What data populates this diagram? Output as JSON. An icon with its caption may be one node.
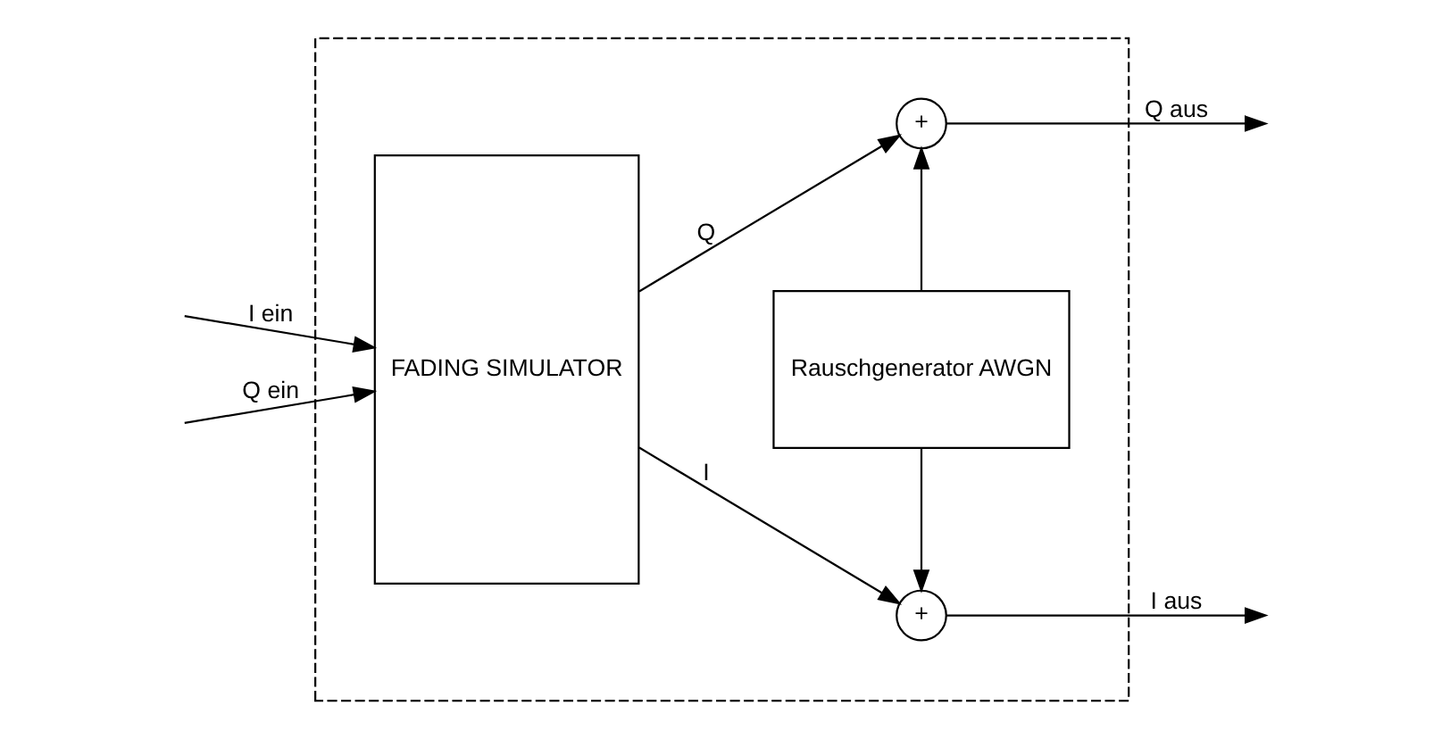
{
  "diagram": {
    "nodes": [
      {
        "text": [],
        "shape": "box"
      },
      {
        "text": [
          "FADING SIMULATOR"
        ],
        "in": 0
      },
      {
        "text": [
          "+"
        ],
        "in": 0
      },
      {
        "text": [
          "Rauschgenerator AWGN"
        ],
        "in": 0
      },
      {
        "text": [
          "+"
        ],
        "in": 0
      }
    ],
    "edges": [
      {
        "from": null,
        "to": 1,
        "arrow": "to",
        "label": "I ein"
      },
      {
        "from": null,
        "to": 1,
        "arrow": "to",
        "label": "Q ein"
      },
      {
        "from": 1,
        "to": 2,
        "arrow": "to",
        "label": "I"
      },
      {
        "from": 1,
        "to": 4,
        "arrow": "to",
        "label": "Q"
      },
      {
        "from": 3,
        "to": 2,
        "arrow": "to"
      },
      {
        "from": 3,
        "to": 4,
        "arrow": "to"
      },
      {
        "from": 2,
        "to": null,
        "arrow": "to",
        "label": "I aus"
      },
      {
        "from": 4,
        "to": null,
        "arrow": "to",
        "label": "Q aus"
      }
    ]
  }
}
